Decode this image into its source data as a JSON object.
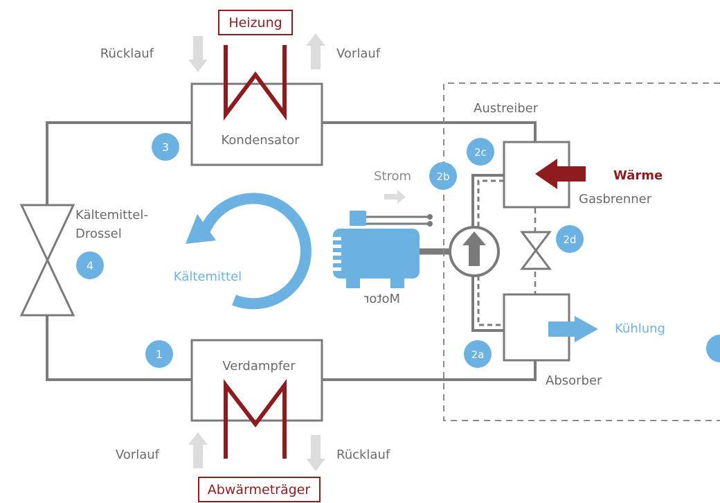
{
  "heating": {
    "label": "Heizung",
    "return_label": "Rücklauf",
    "supply_label": "Vorlauf"
  },
  "waste_heat": {
    "label": "Abwärmeträger",
    "supply_label": "Vorlauf",
    "return_label": "Rücklauf"
  },
  "components": {
    "condenser": "Kondensator",
    "evaporator": "Verdampfer",
    "throttle_line1": "Kältemittel-",
    "throttle_line2": "Drossel",
    "refrigerant": "Kältemittel",
    "motor": "Motor",
    "power": "Strom",
    "desorber": "Austreiber",
    "heat": "Wärme",
    "gas_burner": "Gasbrenner",
    "cooling": "Kühlung",
    "absorber": "Absorber"
  },
  "badges": [
    "1",
    "2a",
    "2b",
    "2c",
    "2d",
    "3",
    "4"
  ],
  "colors": {
    "line": "#7a7a7a",
    "accent_red": "#8e1b1e",
    "accent_blue": "#6bb2e3",
    "arrow_gray": "#dcdcdc",
    "text_gray": "#6a6a6a"
  }
}
